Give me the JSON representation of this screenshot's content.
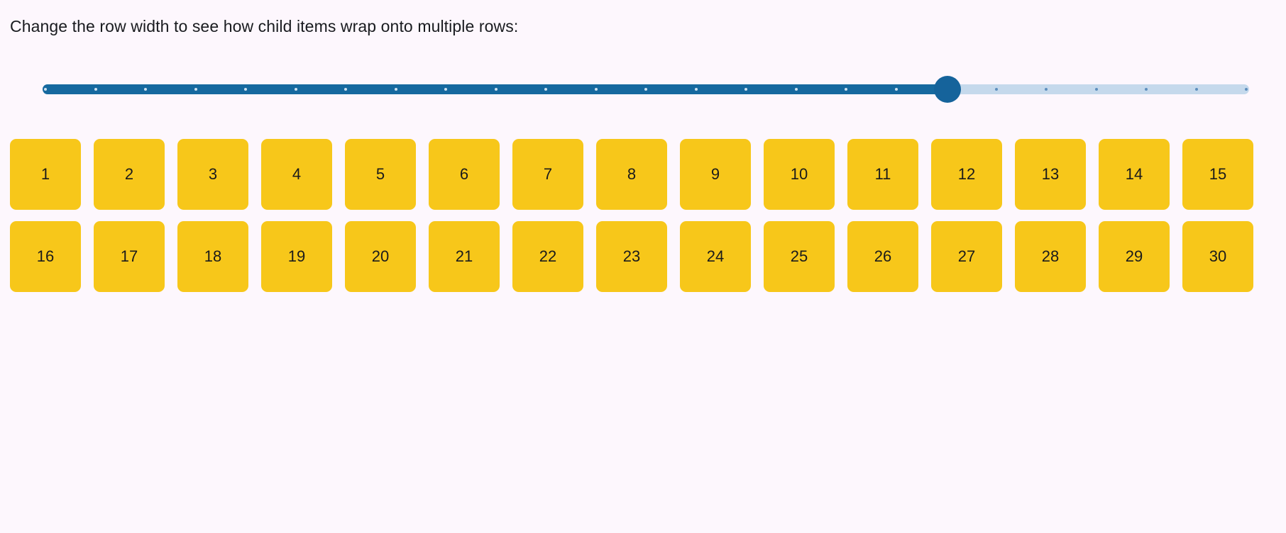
{
  "page": {
    "background_color": "#fdf7fd",
    "intro_text": "Change the row width to see how child items wrap onto multiple rows:"
  },
  "slider": {
    "name": "row-width-slider",
    "orientation": "horizontal",
    "min": 0,
    "max": 24,
    "step": 1,
    "value": 18,
    "value_percent": 75,
    "tick_count": 25,
    "show_ticks": true,
    "filled_color": "#16699f",
    "rail_color": "#c5d9ec",
    "thumb_color": "#15639b",
    "tick_on_fill_color": "#cfe2f0",
    "tick_on_rail_color": "#5e8fbe"
  },
  "tiles": {
    "accent_color": "#f7c71a",
    "text_color": "#1b1b1b",
    "items_per_row": 15,
    "rows": 2,
    "count": 30,
    "labels": [
      "1",
      "2",
      "3",
      "4",
      "5",
      "6",
      "7",
      "8",
      "9",
      "10",
      "11",
      "12",
      "13",
      "14",
      "15",
      "16",
      "17",
      "18",
      "19",
      "20",
      "21",
      "22",
      "23",
      "24",
      "25",
      "26",
      "27",
      "28",
      "29",
      "30"
    ]
  }
}
